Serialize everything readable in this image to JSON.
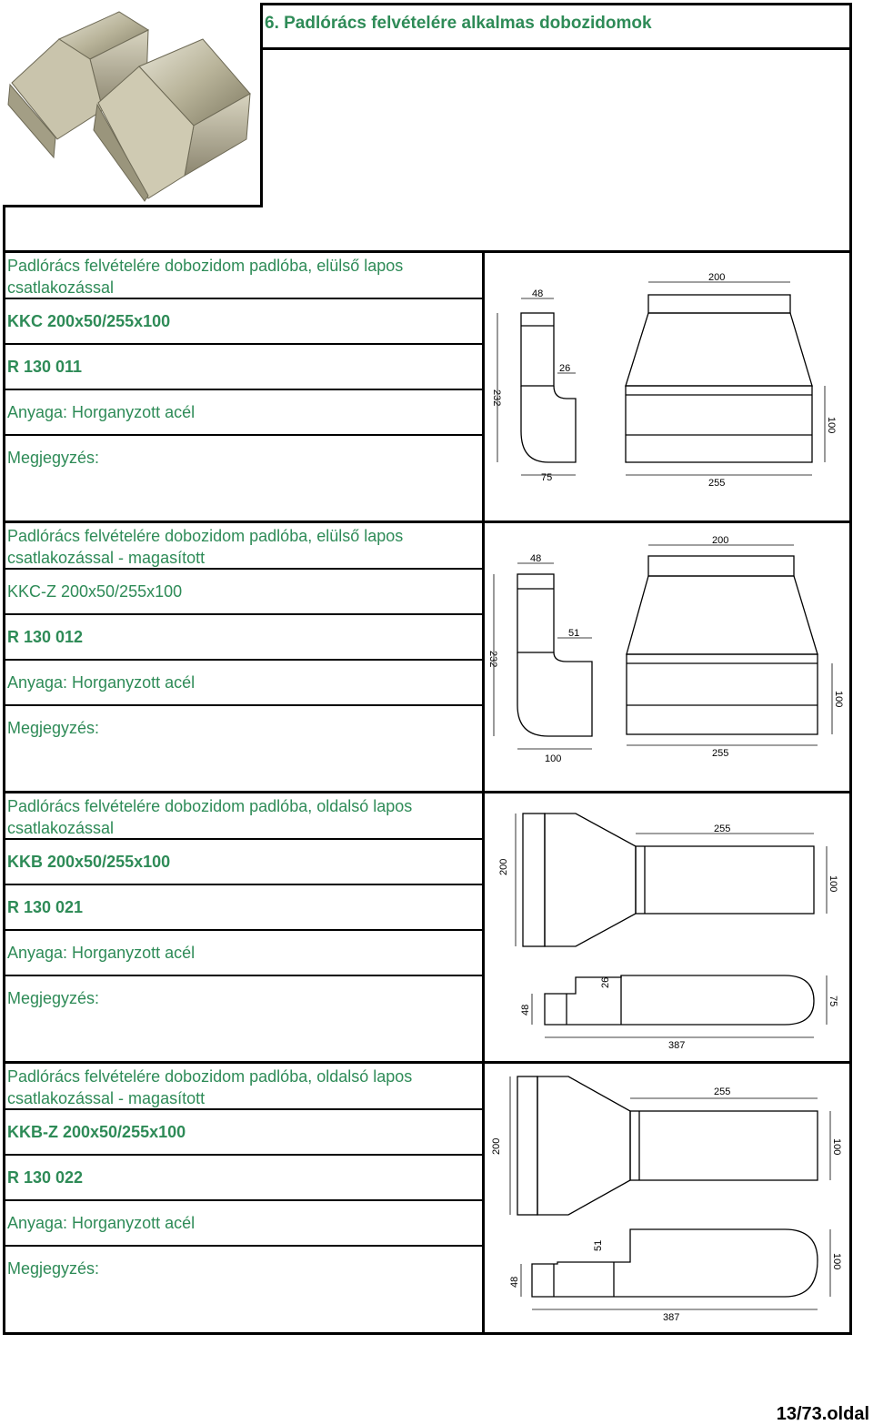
{
  "header": {
    "title": "6. Padlórács felvételére alkalmas dobozidomok"
  },
  "products": [
    {
      "description": "Padlórács felvételére dobozidom padlóba, elülső lapos csatlakozással",
      "code": "KKC 200x50/255x100",
      "article": "R 130 011",
      "material": "Anyaga: Horganyzott acél",
      "note": "Megjegyzés:",
      "dims": {
        "a": "48",
        "b": "26",
        "c": "232",
        "d": "75",
        "e": "200",
        "f": "255",
        "g": "100"
      }
    },
    {
      "description": "Padlórács felvételére dobozidom padlóba, elülső lapos csatlakozással - magasított",
      "code": "KKC-Z 200x50/255x100",
      "article": "R 130 012",
      "material": "Anyaga: Horganyzott acél",
      "note": "Megjegyzés:",
      "dims": {
        "a": "48",
        "b": "51",
        "c": "232",
        "d": "100",
        "e": "200",
        "f": "255",
        "g": "100"
      }
    },
    {
      "description": "Padlórács felvételére dobozidom padlóba, oldalsó lapos csatlakozással",
      "code": "KKB 200x50/255x100",
      "article": "R 130 021",
      "material": "Anyaga: Horganyzott acél",
      "note": "Megjegyzés:",
      "dims": {
        "a": "255",
        "b": "200",
        "c": "100",
        "d": "26",
        "e": "48",
        "f": "75",
        "g": "387"
      }
    },
    {
      "description": "Padlórács felvételére dobozidom padlóba, oldalsó lapos csatlakozással - magasított",
      "code": "KKB-Z 200x50/255x100",
      "article": "R 130 022",
      "material": "Anyaga: Horganyzott acél",
      "note": "Megjegyzés:",
      "dims": {
        "a": "255",
        "b": "200",
        "c": "100",
        "d": "51",
        "e": "48",
        "f": "100",
        "g": "387"
      }
    }
  ],
  "footer": {
    "page": "13/73.oldal"
  }
}
